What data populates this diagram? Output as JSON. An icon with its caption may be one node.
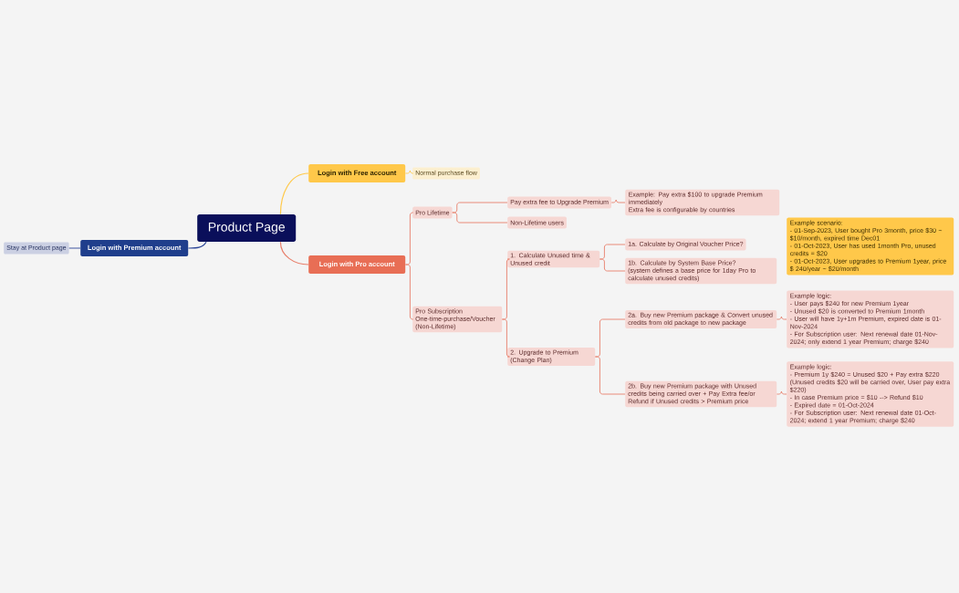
{
  "diagram": {
    "nodes": [
      {
        "text": [
          "Product Page"
        ]
      },
      {
        "text": [
          "Login with Free account"
        ]
      },
      {
        "text": [
          "Normal purchase flow"
        ]
      },
      {
        "text": [
          "Login with Premium account"
        ]
      },
      {
        "text": [
          "Stay at Product page"
        ]
      },
      {
        "text": [
          "Login with Pro account"
        ]
      },
      {
        "text": [
          "Pro Lifetime"
        ]
      },
      {
        "text": [
          "Pay extra fee to Upgrade Premium"
        ]
      },
      {
        "text": [
          "Example: Pay extra $100 to upgrade Premium immediately",
          "Extra fee is configurable by countries"
        ]
      },
      {
        "text": [
          "Non-Lifetime users"
        ]
      },
      {
        "text": [
          "Pro Subscription",
          "One-time-purchase/Voucher (Non-Lifetime)"
        ]
      },
      {
        "text": [
          "1. Calculate Unused time & Unused credit"
        ]
      },
      {
        "text": [
          "1a. Calculate by Original Voucher Price?"
        ]
      },
      {
        "text": [
          "1b. Calculate by System Base Price?",
          "(system defines a base price for 1day Pro to calculate unused credits)"
        ]
      },
      {
        "text": [
          "Example scenario:",
          "- 01-Sep-2023, User bought Pro 3month, price $30 ~ $10/month, expired time Dec01",
          "- 01-Oct-2023, User has used 1month Pro, unused credits = $20",
          "- 01-Oct-2023, User upgrades to Premium 1year, price $ 240/year ~ $20/month"
        ]
      },
      {
        "text": [
          "2. Upgrade to Premium (Change Plan)"
        ]
      },
      {
        "text": [
          "2a. Buy new Premium package & Convert unused credits from old package to new package"
        ]
      },
      {
        "text": [
          "Example logic:",
          "- User pays $240 for new Premium 1year",
          "- Unused $20 is converted to Premium 1month",
          "- User will have 1y+1m Premium, expired date is 01-Nov-2024",
          "- For Subscription user: Next renewal date 01-Nov-2024; only extend 1 year Premium; charge $240"
        ]
      },
      {
        "text": [
          "2b. Buy new Premium package with Unused credits being carried over + Pay Extra fee/or Refund if Unused credits > Premium price"
        ]
      },
      {
        "text": [
          "Example logic:",
          "- Premium 1y $240 = Unused $20 + Pay extra $220",
          "(Unused credits $20 will be carried over, User pay extra $220)",
          "- In case Premium price = $10 --> Refund $10",
          "- Expired date = 01-Oct-2024",
          "- For Subscription user: Next renewal date 01-Oct-2024; extend 1 year Premium; charge $240"
        ]
      }
    ],
    "edges": [
      {
        "from": 0,
        "to": 1,
        "arrow": "none",
        "color": "#ffc94a"
      },
      {
        "from": 1,
        "to": 2,
        "arrow": "none",
        "color": "#ffc94a"
      },
      {
        "from": 0,
        "to": 3,
        "arrow": "none",
        "color": "#2a4496"
      },
      {
        "from": 3,
        "to": 4,
        "arrow": "none",
        "color": "#2a4496"
      },
      {
        "from": 0,
        "to": 5,
        "arrow": "none"
      },
      {
        "from": 5,
        "to": 6,
        "arrow": "none"
      },
      {
        "from": 6,
        "to": 7,
        "arrow": "none"
      },
      {
        "from": 7,
        "to": 8,
        "arrow": "none"
      },
      {
        "from": 6,
        "to": 9,
        "arrow": "none"
      },
      {
        "from": 5,
        "to": 10,
        "arrow": "none"
      },
      {
        "from": 10,
        "to": 11,
        "arrow": "none"
      },
      {
        "from": 11,
        "to": 12,
        "arrow": "none"
      },
      {
        "from": 11,
        "to": 13,
        "arrow": "none"
      },
      {
        "from": 10,
        "to": 15,
        "arrow": "none"
      },
      {
        "from": 15,
        "to": 16,
        "arrow": "none"
      },
      {
        "from": 16,
        "to": 17,
        "arrow": "none"
      },
      {
        "from": 15,
        "to": 18,
        "arrow": "none"
      },
      {
        "from": 18,
        "to": 19,
        "arrow": "none"
      }
    ]
  }
}
